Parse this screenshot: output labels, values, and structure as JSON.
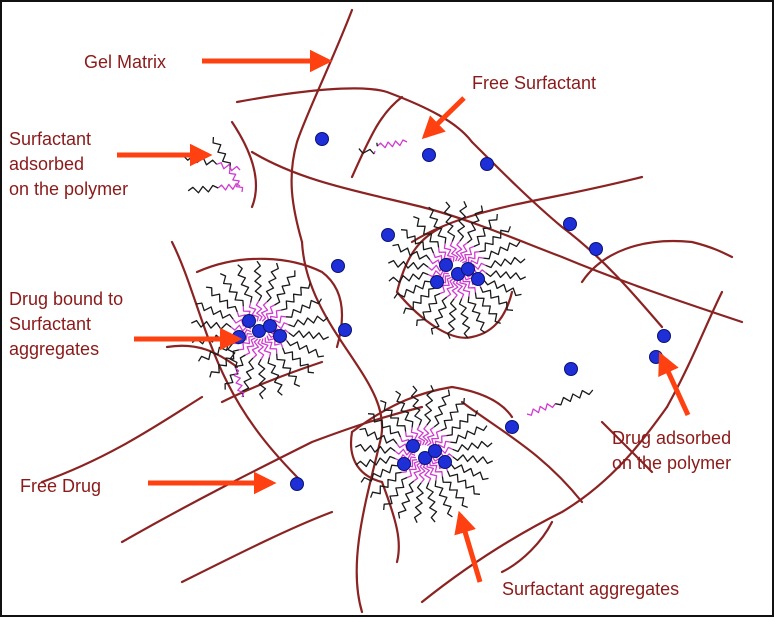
{
  "labels": {
    "gel_matrix": "Gel Matrix",
    "free_surfactant": "Free Surfactant",
    "surfactant_adsorbed": "Surfactant\nadsorbed\non the polymer",
    "drug_bound": "Drug bound to\nSurfactant\naggregates",
    "free_drug": "Free Drug",
    "drug_adsorbed": "Drug adsorbed\non the polymer",
    "surfactant_aggregates": "Surfactant aggregates"
  },
  "colors": {
    "label_text": "#8b1a1a",
    "arrow": "#ff4010",
    "polymer_chain": "#8b2323",
    "surfactant_head": "#d03bd0",
    "surfactant_tail": "#1a1a1a",
    "drug": "#1e2fd8",
    "drug_outline": "#0b1270",
    "border": "#111111"
  },
  "legend": {
    "drug_icon": "drug-molecule-dot",
    "chain_icon": "polymer-chain",
    "surfactant_icon": "surfactant-zigzag"
  }
}
